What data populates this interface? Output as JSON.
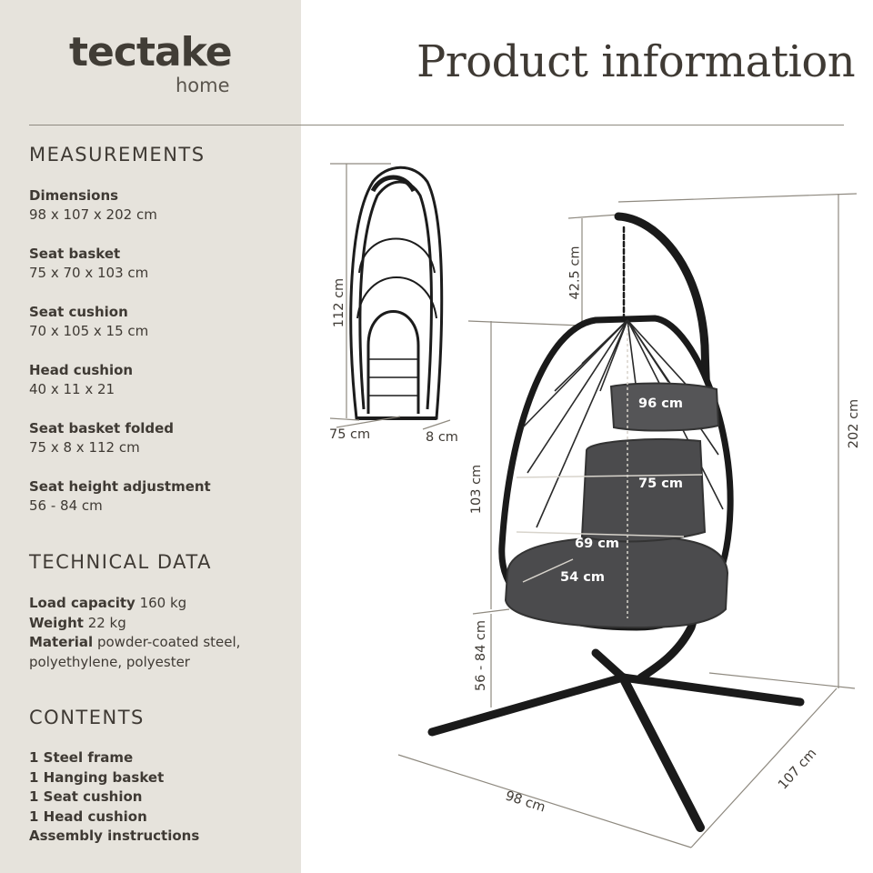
{
  "brand": {
    "name": "tectake",
    "sub": "home"
  },
  "title": "Product information",
  "measurements": {
    "heading": "MEASUREMENTS",
    "items": [
      {
        "label": "Dimensions",
        "value": "98 x 107 x 202 cm"
      },
      {
        "label": "Seat basket",
        "value": "75 x 70 x 103 cm"
      },
      {
        "label": "Seat cushion",
        "value": "70 x 105 x 15 cm"
      },
      {
        "label": "Head cushion",
        "value": "40 x 11 x 21"
      },
      {
        "label": "Seat basket folded",
        "value": "75 x 8 x 112 cm"
      },
      {
        "label": "Seat height adjustment",
        "value": "56 - 84 cm"
      }
    ]
  },
  "technical": {
    "heading": "TECHNICAL DATA",
    "rows": [
      {
        "label": "Load capacity",
        "value": " 160 kg"
      },
      {
        "label": "Weight",
        "value": " 22 kg"
      },
      {
        "label": "Material",
        "value": " powder-coated steel, polyethylene, polyester"
      }
    ]
  },
  "contents": {
    "heading": "CONTENTS",
    "items": [
      "1 Steel frame",
      "1 Hanging basket",
      "1 Seat cushion",
      "1 Head cushion",
      "Assembly instructions"
    ]
  },
  "dimensions": {
    "folded_height": "112 cm",
    "folded_width": "75 cm",
    "folded_depth": "8 cm",
    "chain": "42.5 cm",
    "total_height": "202 cm",
    "basket_height": "103 cm",
    "seat_height": "56 - 84 cm",
    "base_width": "98 cm",
    "base_depth": "107 cm",
    "inner_96": "96 cm",
    "inner_75": "75 cm",
    "inner_69": "69 cm",
    "inner_54": "54 cm"
  },
  "colors": {
    "sidebar": "#e6e3dc",
    "text": "#3f3a34",
    "frame": "#1c1c1c",
    "cushion": "#4b4b4d"
  }
}
